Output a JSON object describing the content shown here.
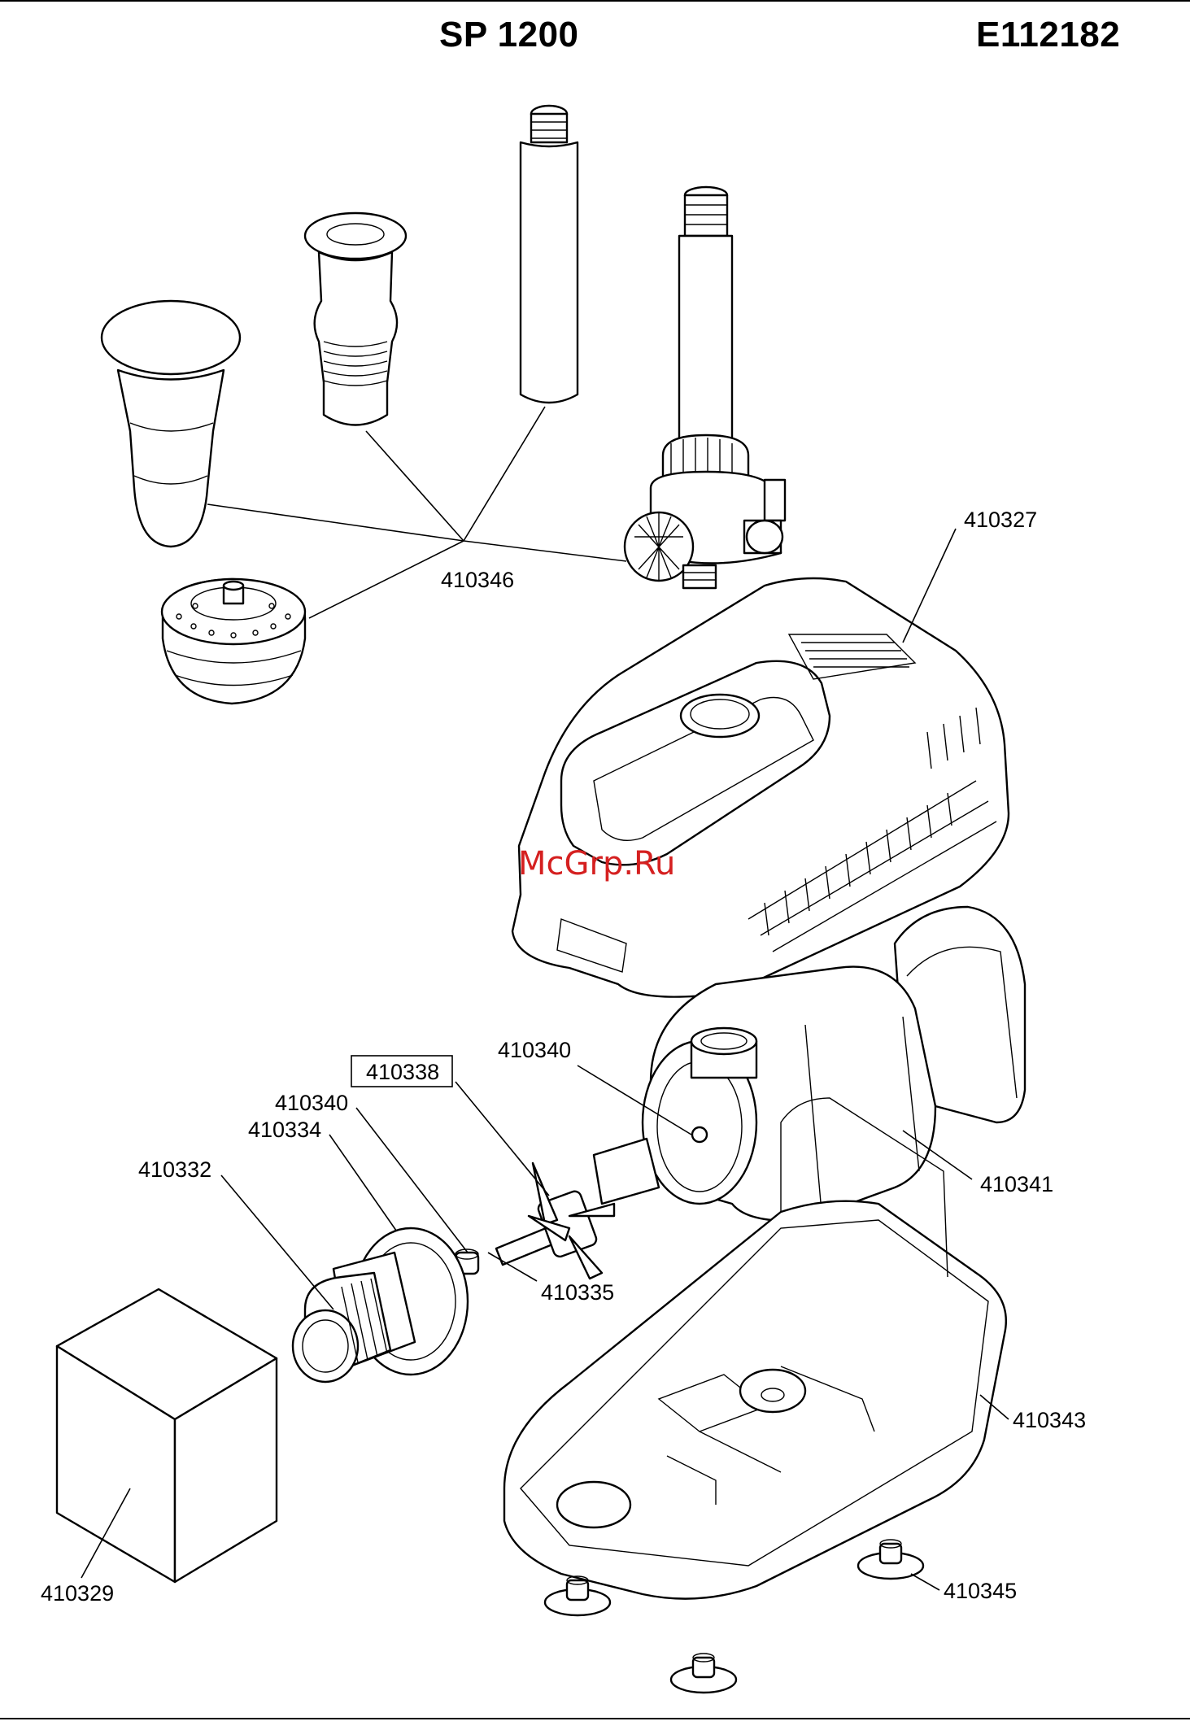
{
  "header": {
    "model": "SP 1200",
    "code": "E112182"
  },
  "watermark": "McGrp.Ru",
  "parts": {
    "nozzle_set": "410346",
    "cover": "410327",
    "shaft_cap": "410340",
    "impeller": "410338",
    "bearing_cap": "410340",
    "o_ring": "410334",
    "inlet": "410332",
    "motor_housing": "410341",
    "impeller_shaft": "410335",
    "filter_box": "410343",
    "foam_filter": "410329",
    "suction_feet": "410345"
  },
  "colors": {
    "line": "#000000",
    "watermark": "#d52020"
  }
}
